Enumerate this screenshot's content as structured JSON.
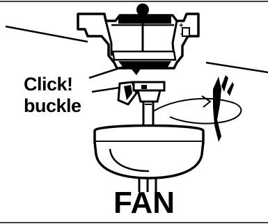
{
  "callout": {
    "line1": "Click!",
    "line2": "buckle"
  },
  "fan_label": "FAN",
  "bracket_marks": {
    "plus": "+",
    "minus": "-"
  },
  "colors": {
    "ink": "#000000",
    "paper": "#ffffff"
  }
}
